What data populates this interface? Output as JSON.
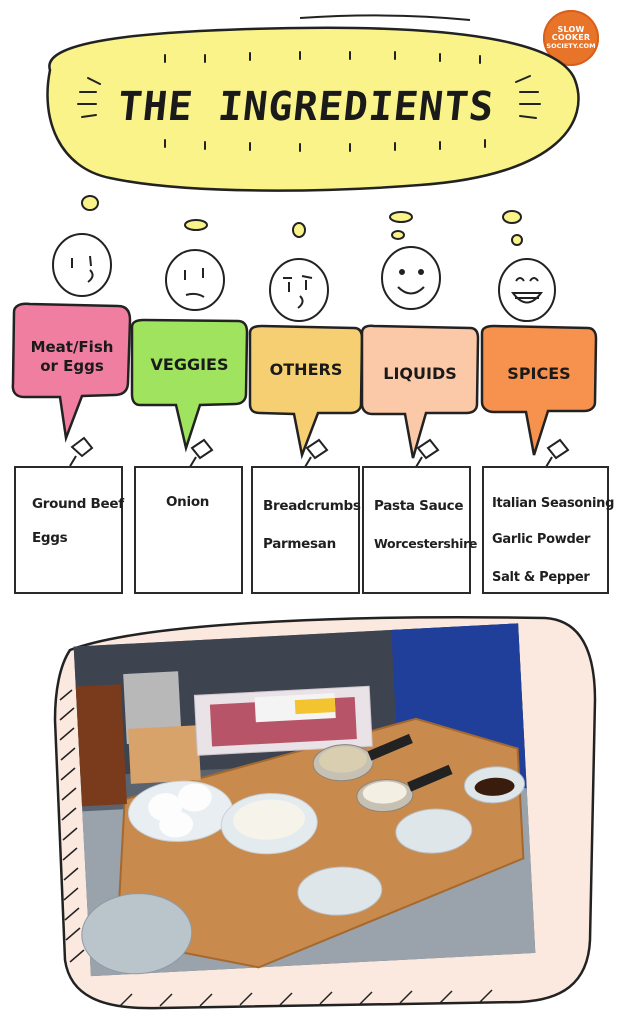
{
  "logo": {
    "line1": "SLOW",
    "line2": "COOKER",
    "line3": "SOCIETY.COM"
  },
  "title": "THE INGREDIENTS",
  "categories": [
    {
      "label_line1": "Meat/Fish",
      "label_line2": "or Eggs",
      "color": "#f07ea0",
      "items": [
        "Ground Beef",
        "Eggs"
      ]
    },
    {
      "label": "VEGGIES",
      "color": "#9fe35e",
      "items": [
        "Onion"
      ]
    },
    {
      "label": "OTHERS",
      "color": "#f7cf73",
      "items": [
        "Breadcrumbs",
        "Parmesan"
      ]
    },
    {
      "label": "LIQUIDS",
      "color": "#fbc9a8",
      "items": [
        "Pasta Sauce",
        "Worcestershire"
      ]
    },
    {
      "label": "SPICES",
      "color": "#f7914e",
      "items": [
        "Italian Seasoning",
        "Garlic Powder",
        "Salt & Pepper"
      ]
    }
  ],
  "colors": {
    "title_bubble": "#f9f38a",
    "frame_bg": "#fbe9df",
    "ink": "#1a1a1a"
  },
  "photo": {
    "subject": "ingredients on cutting board",
    "icon": "photo-icon"
  }
}
